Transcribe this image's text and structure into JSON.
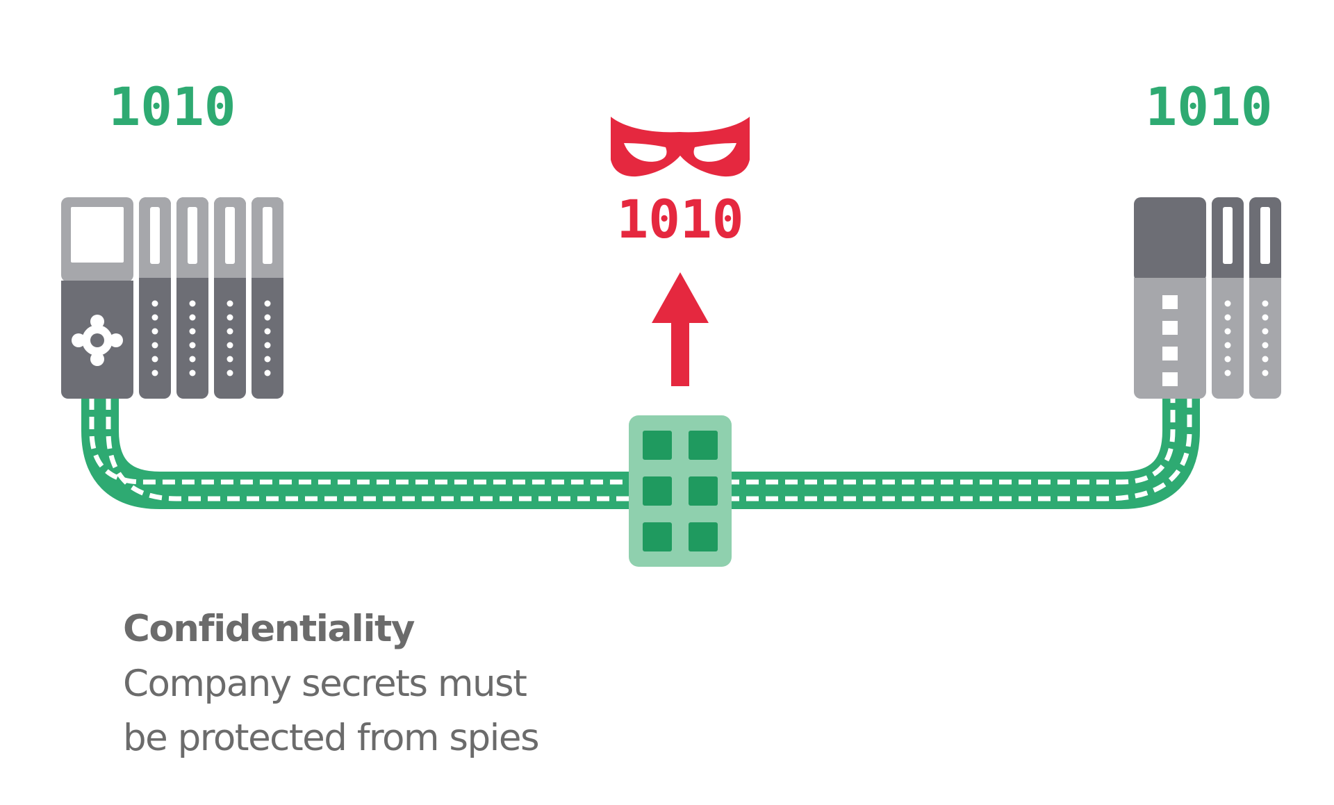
{
  "colors": {
    "green": "#2eaa72",
    "green_light": "#8fd0ae",
    "green_dark": "#1f9a5f",
    "red": "#e5283f",
    "gray_dark": "#6d6e75",
    "gray_mid": "#8c8d93",
    "gray_light": "#a6a7ab",
    "text_gray": "#6b6b6b",
    "white": "#ffffff"
  },
  "labels": {
    "left_bits": "1010",
    "right_bits": "1010",
    "spy_bits": "1010"
  },
  "icons": {
    "spy": "mask-icon",
    "intercept": "arrow-up-icon",
    "left_device": "plc-controller-icon",
    "right_device": "io-module-icon",
    "switch": "network-switch-icon"
  },
  "caption": {
    "title": "Confidentiality",
    "line1": "Company secrets must",
    "line2": "be protected from spies"
  }
}
